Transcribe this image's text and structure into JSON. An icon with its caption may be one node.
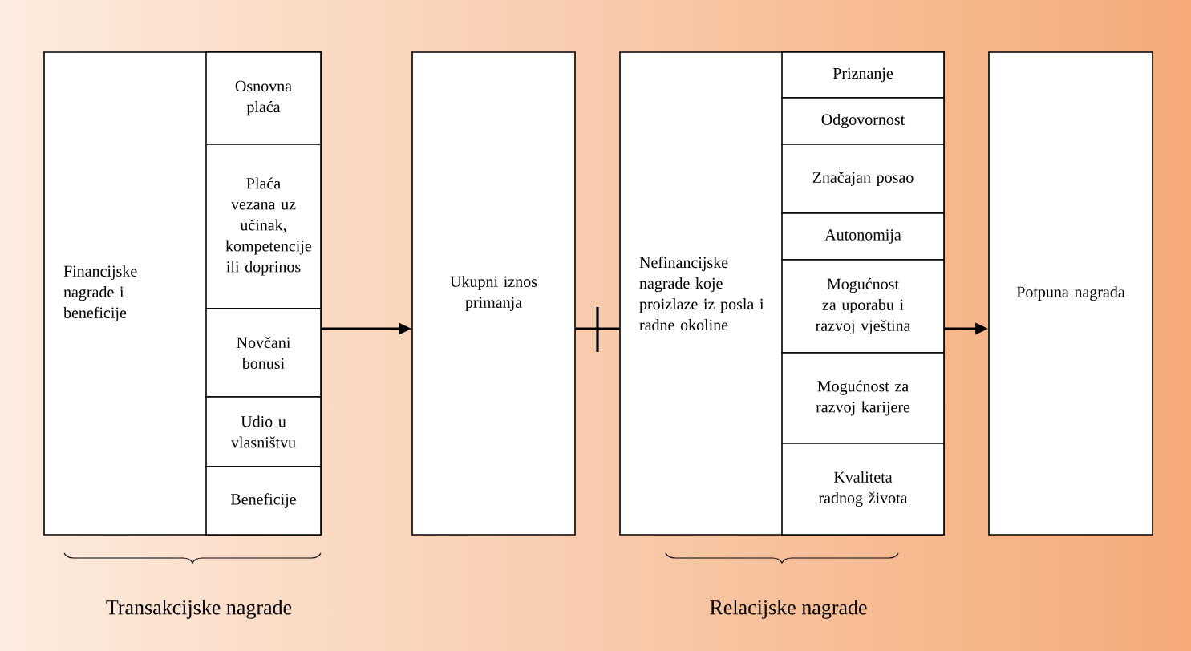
{
  "diagram": {
    "nodes": [
      {
        "text": [
          "Financijske nagrade i beneficije"
        ]
      },
      {
        "text": [
          "Osnovna plaća"
        ],
        "in": 0
      },
      {
        "text": [
          "Plaća vezana uz učinak, kompetencije ili doprinos"
        ],
        "in": 0
      },
      {
        "text": [
          "Novčani bonusi"
        ],
        "in": 0
      },
      {
        "text": [
          "Udio u vlasništvu"
        ],
        "in": 0
      },
      {
        "text": [
          "Beneficije"
        ],
        "in": 0
      },
      {
        "text": [
          "Ukupni iznos primanja"
        ]
      },
      {
        "text": [
          "Nefinancijske nagrade koje proizlaze iz posla i radne okoline"
        ]
      },
      {
        "text": [
          "Priznanje"
        ],
        "in": 7
      },
      {
        "text": [
          "Odgovornost"
        ],
        "in": 7
      },
      {
        "text": [
          "Značajan posao"
        ],
        "in": 7
      },
      {
        "text": [
          "Autonomija"
        ],
        "in": 7
      },
      {
        "text": [
          "Mogućnost za uporabu i razvoj vještina"
        ],
        "in": 7
      },
      {
        "text": [
          "Mogućnost za razvoj karijere"
        ],
        "in": 7
      },
      {
        "text": [
          "Kvaliteta radnog života"
        ],
        "in": 7
      },
      {
        "text": [
          "Potpuna nagrada"
        ]
      }
    ],
    "edges": [
      {
        "from": 0,
        "to": 6,
        "arrow": "to"
      },
      {
        "from": 6,
        "to": 7,
        "arrow": "none"
      },
      {
        "from": 7,
        "to": 15,
        "arrow": "to"
      }
    ],
    "labels": [
      "Transakcijske nagrade",
      "Relacijske nagrade"
    ]
  }
}
